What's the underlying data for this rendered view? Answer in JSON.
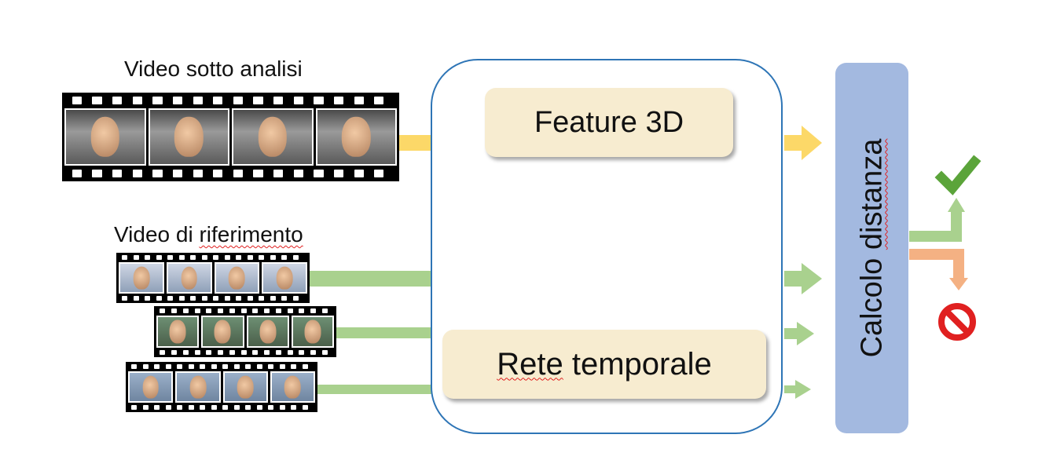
{
  "labels": {
    "video_analysis": "Video sotto analisi",
    "video_reference_prefix": "Video di ",
    "video_reference_word": "riferimento",
    "feature_3d": "Feature 3D",
    "temporal_net_word": "Rete",
    "temporal_net_rest": " temporale",
    "distance_prefix": "Calcolo ",
    "distance_word": "distanza"
  },
  "colors": {
    "panel_border": "#2e75b6",
    "box_fill": "#f7ecd0",
    "calc_fill": "#a3b9e0",
    "arrow_yellow": "#fcd868",
    "arrow_green": "#a9d18e",
    "arrow_down": "#9dc3e6",
    "arrow_orange": "#f4b183",
    "check_green": "#5ba43a",
    "stop_red": "#e02020"
  },
  "icons": {
    "accept": "checkmark-icon",
    "reject": "no-entry-icon"
  }
}
